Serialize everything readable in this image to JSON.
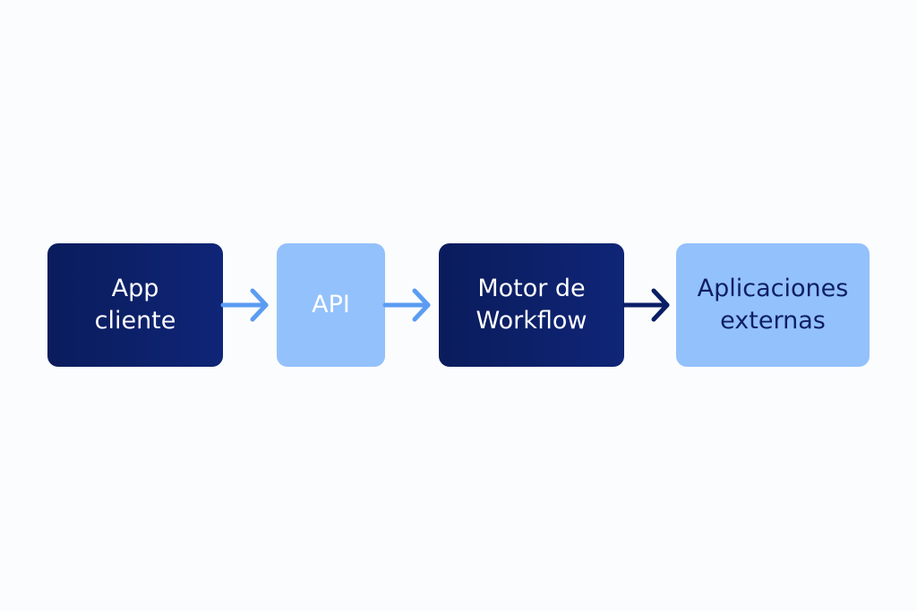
{
  "diagram": {
    "nodes": [
      {
        "id": "app",
        "lines": [
          "App",
          "cliente"
        ]
      },
      {
        "id": "api",
        "lines": [
          "API"
        ]
      },
      {
        "id": "motor",
        "lines": [
          "Motor de",
          "Workflow"
        ]
      },
      {
        "id": "ext",
        "lines": [
          "Aplicaciones",
          "externas"
        ]
      }
    ],
    "edges": [
      {
        "from": "app",
        "to": "api",
        "color": "#5b9cf2"
      },
      {
        "from": "api",
        "to": "motor",
        "color": "#5b9cf2"
      },
      {
        "from": "motor",
        "to": "ext",
        "color": "#0b1e66"
      }
    ]
  },
  "colors": {
    "background": "#fbfcfe",
    "dark_node_start": "#0a1c5c",
    "dark_node_end": "#0f2577",
    "light_node": "#93c1fb",
    "dark_text": "#0d1f62",
    "light_text": "#ffffff"
  }
}
